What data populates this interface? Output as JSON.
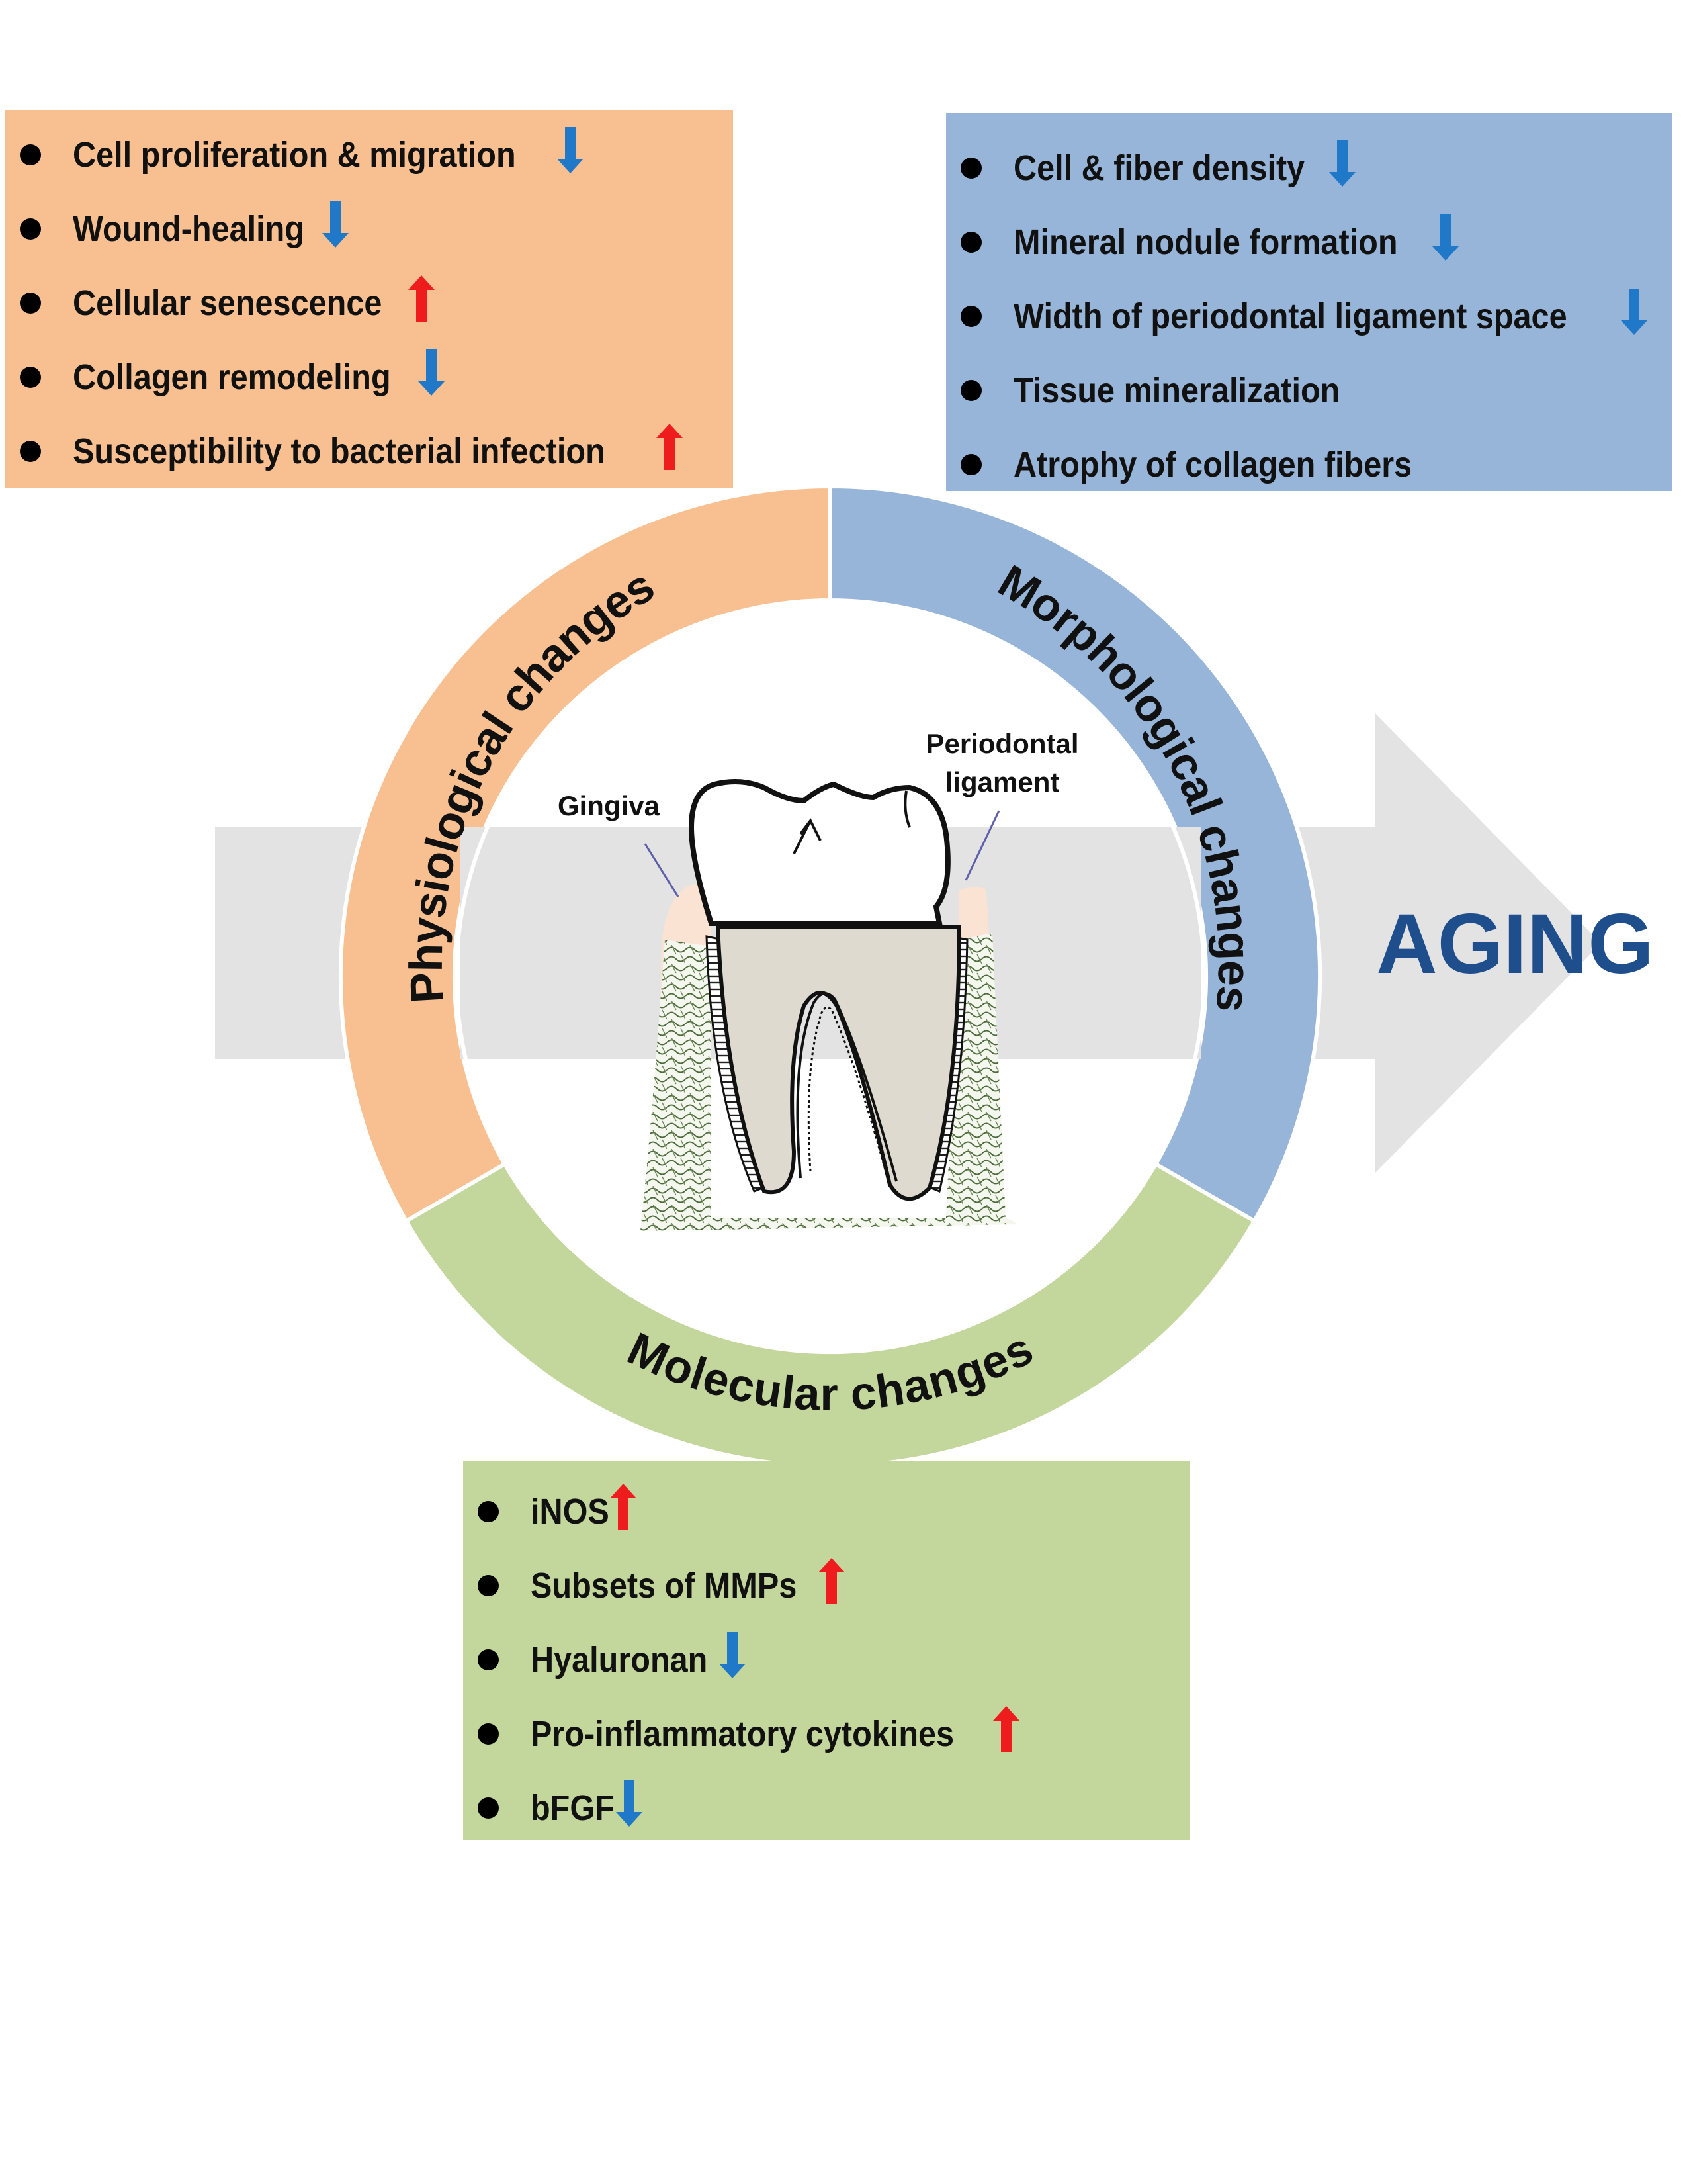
{
  "physiological": {
    "label": "Physiological changes",
    "color": "#f8c090",
    "items": [
      {
        "text": "Cell proliferation & migration",
        "trend": "down"
      },
      {
        "text": "Wound-healing",
        "trend": "down"
      },
      {
        "text": "Cellular senescence",
        "trend": "up"
      },
      {
        "text": "Collagen remodeling",
        "trend": "down"
      },
      {
        "text": "Susceptibility to bacterial infection",
        "trend": "up"
      }
    ]
  },
  "morphological": {
    "label": "Morphological changes",
    "color": "#97b5d9",
    "items": [
      {
        "text": "Cell & fiber density",
        "trend": "down"
      },
      {
        "text": "Mineral nodule formation",
        "trend": "down"
      },
      {
        "text": "Width of periodontal ligament space",
        "trend": "down"
      },
      {
        "text": "Tissue mineralization",
        "trend": ""
      },
      {
        "text": "Atrophy of collagen fibers",
        "trend": ""
      }
    ]
  },
  "molecular": {
    "label": "Molecular changes",
    "color": "#c3d69b",
    "items": [
      {
        "text": "iNOS",
        "trend": "up"
      },
      {
        "text": "Subsets of MMPs",
        "trend": "up"
      },
      {
        "text": "Hyaluronan",
        "trend": "down"
      },
      {
        "text": "Pro-inflammatory cytokines",
        "trend": "up"
      },
      {
        "text": "bFGF",
        "trend": "down"
      }
    ]
  },
  "aging": {
    "label": "AGING",
    "color": "#1f4e8c",
    "arrow_color": "#e3e3e3"
  },
  "tooth": {
    "gingiva_label": "Gingiva",
    "pdl_label_line1": "Periodontal",
    "pdl_label_line2": "ligament"
  },
  "trend_colors": {
    "up": "#ee1c1c",
    "down": "#1f78c8"
  }
}
